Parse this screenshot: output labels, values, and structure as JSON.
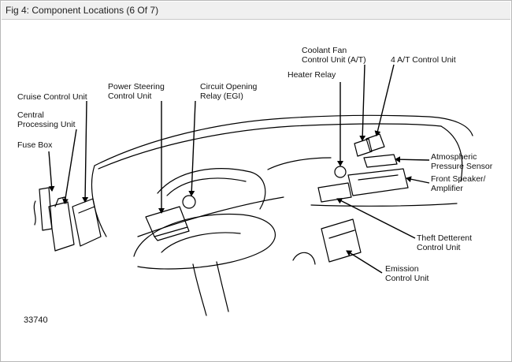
{
  "window": {
    "title": "Fig 4: Component Locations (6 Of 7)"
  },
  "labels": {
    "cruise_control_unit": "Cruise Control Unit",
    "central_processing_unit_1": "Central",
    "central_processing_unit_2": "Processing Unit",
    "fuse_box": "Fuse Box",
    "power_steering_1": "Power Steering",
    "power_steering_2": "Control Unit",
    "circuit_opening_1": "Circuit Opening",
    "circuit_opening_2": "Relay (EGI)",
    "heater_relay": "Heater Relay",
    "coolant_fan_1": "Coolant Fan",
    "coolant_fan_2": "Control Unit (A/T)",
    "four_at_control_unit": "4 A/T Control Unit",
    "atmospheric_1": "Atmospheric",
    "atmospheric_2": "Pressure Sensor",
    "front_speaker_1": "Front Speaker/",
    "front_speaker_2": "Amplifier",
    "theft_deterrent_1": "Theft Detterent",
    "theft_deterrent_2": "Control Unit",
    "emission_1": "Emission",
    "emission_2": "Control Unit"
  },
  "figure_number": "33740"
}
